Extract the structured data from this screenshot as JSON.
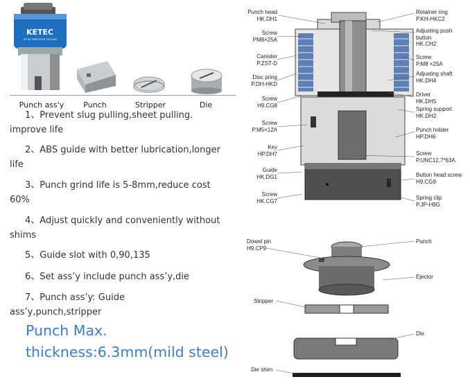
{
  "products": {
    "brand": "KETEC",
    "brand_sub": "KETEC PRECISION TOOLING",
    "captions": [
      "Punch ass'y",
      "Punch",
      "Stripper",
      "Die"
    ]
  },
  "features": [
    {
      "num": "1、",
      "text": "Prevent slug pulling,sheet pulling.",
      "cont": "improve life"
    },
    {
      "num": "2、",
      "text": "ABS guide with better lubrication,longer",
      "cont": "life"
    },
    {
      "num": "3、",
      "text": "Punch grind life is 5-8mm,reduce cost",
      "cont": "60%"
    },
    {
      "num": "4、",
      "text": "Adjust quickly and conveniently without",
      "cont": "shims"
    },
    {
      "num": "5、",
      "text": "Guide slot with 0,90,135",
      "cont": ""
    },
    {
      "num": "6、",
      "text": "Set ass’y include punch ass’y,die",
      "cont": ""
    },
    {
      "num": "7、",
      "text": "Punch ass’y: Guide",
      "cont": "ass’y,punch,stripper"
    }
  ],
  "highlight": {
    "line1": "Punch Max.",
    "line2": "thickness:6.3mm(mild steel)"
  },
  "diagram": {
    "left_labels": [
      {
        "name": "Punch head",
        "code": "HK.DH1"
      },
      {
        "name": "Screw",
        "code": "PM8×25A"
      },
      {
        "name": "Canister",
        "code": "P.ZST-D"
      },
      {
        "name": "Disc pring",
        "code": "P.DH-HKD"
      },
      {
        "name": "Screw",
        "code": "H9.CG8"
      },
      {
        "name": "Screw",
        "code": "P.M5×12A"
      },
      {
        "name": "Key",
        "code": "HP.DH7"
      },
      {
        "name": "Guide",
        "code": "HK.DG1"
      },
      {
        "name": "Screw",
        "code": "HK.CG7"
      }
    ],
    "right_labels": [
      {
        "name": "Retainer ring",
        "code": "P.KH-HKC2"
      },
      {
        "name": "Adjusting push button",
        "code": "HK.CH2"
      },
      {
        "name": "Screw",
        "code": "P.M8 ×25A"
      },
      {
        "name": "Adjusting shaft",
        "code": "HK.DH4"
      },
      {
        "name": "Driver",
        "code": "HK.DH5"
      },
      {
        "name": "Spring support",
        "code": "HK.DH2"
      },
      {
        "name": "Punch holder",
        "code": "HP.DH6"
      },
      {
        "name": "Screw",
        "code": "P.UNC12,7*63A"
      },
      {
        "name": "Button head screw",
        "code": "H9.CG9"
      },
      {
        "name": "Spring clip",
        "code": "P.JP-H9G"
      }
    ],
    "lower_labels": [
      {
        "name": "Dowel pin",
        "code": "H9.CP9"
      },
      {
        "name": "Punch",
        "code": ""
      },
      {
        "name": "Ejector",
        "code": ""
      },
      {
        "name": "Stripper",
        "code": ""
      },
      {
        "name": "Die",
        "code": ""
      },
      {
        "name": "Die shim",
        "code": ""
      }
    ]
  }
}
